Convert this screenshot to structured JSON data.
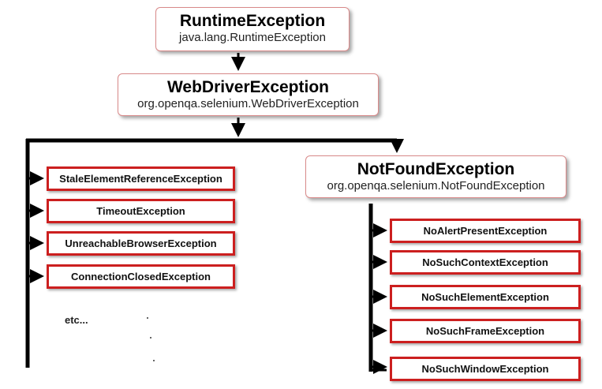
{
  "root": {
    "title": "RuntimeException",
    "subtitle": "java.lang.RuntimeException"
  },
  "webdriver": {
    "title": "WebDriverException",
    "subtitle": "org.openqa.selenium.WebDriverException"
  },
  "notfound": {
    "title": "NotFoundException",
    "subtitle": "org.openqa.selenium.NotFoundException"
  },
  "left_children": [
    "StaleElementReferenceException",
    "TimeoutException",
    "UnreachableBrowserException",
    "ConnectionClosedException"
  ],
  "right_children": [
    "NoAlertPresentException",
    "NoSuchContextException",
    "NoSuchElementException",
    "NoSuchFrameException",
    "NoSuchWindowException"
  ],
  "etc_label": "etc...",
  "colors": {
    "box_border": "#cc1f1f",
    "big_box_border": "#d98a8a",
    "connector": "#000000"
  }
}
